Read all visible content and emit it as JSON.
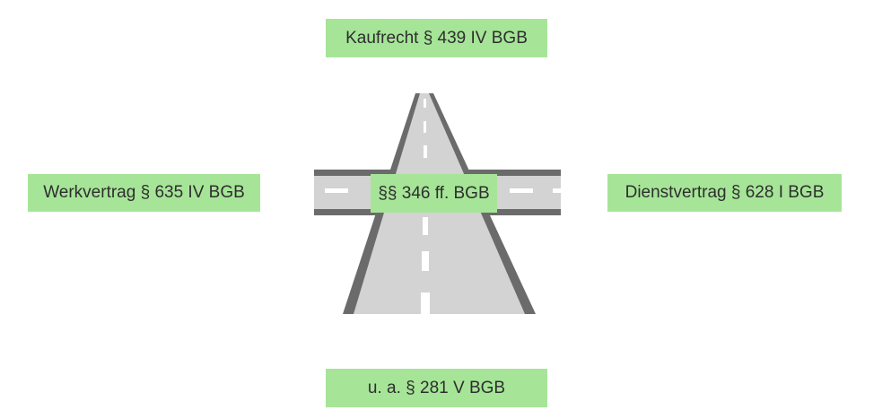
{
  "colors": {
    "label_background": "#a6e598",
    "road_surface": "#d3d3d3",
    "road_edge": "#6b6b6b",
    "lane_marking": "#ffffff"
  },
  "labels": {
    "top": "Kaufrecht § 439 IV BGB",
    "left": "Werkvertrag § 635 IV BGB",
    "center": "§§ 346 ff. BGB",
    "right": "Dienstvertrag § 628 I BGB",
    "bottom": "u. a. § 281 V BGB"
  },
  "illustration": {
    "icon": "crossroads-icon"
  }
}
